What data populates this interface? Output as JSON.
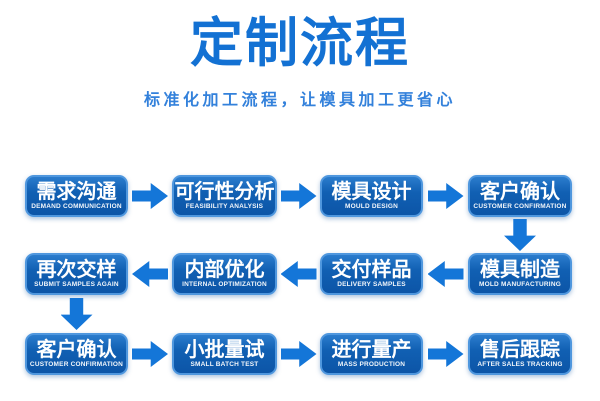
{
  "header": {
    "title": "定制流程",
    "subtitle": "标准化加工流程，让模具加工更省心"
  },
  "steps": [
    {
      "zh": "需求沟通",
      "en": "DEMAND COMMUNICATION"
    },
    {
      "zh": "可行性分析",
      "en": "FEASIBILITY ANALYSIS"
    },
    {
      "zh": "模具设计",
      "en": "MOULD DESIGN"
    },
    {
      "zh": "客户确认",
      "en": "CUSTOMER CONFIRMATION"
    },
    {
      "zh": "模具制造",
      "en": "MOLD MANUFACTURING"
    },
    {
      "zh": "交付样品",
      "en": "DELIVERY SAMPLES"
    },
    {
      "zh": "内部优化",
      "en": "INTERNAL OPTIMIZATION"
    },
    {
      "zh": "再次交样",
      "en": "SUBMIT SAMPLES AGAIN"
    },
    {
      "zh": "客户确认",
      "en": "CUSTOMER CONFIRMATION"
    },
    {
      "zh": "小批量试",
      "en": "SMALL BATCH TEST"
    },
    {
      "zh": "进行量产",
      "en": "MASS PRODUCTION"
    },
    {
      "zh": "售后跟踪",
      "en": "AFTER SALES TRACKING"
    }
  ],
  "colors": {
    "title_text": "#1371d3",
    "subtitle_text": "#3381db",
    "box_border": "#4f97de",
    "box_gradient_top": "#2b7ccd",
    "box_gradient_bottom": "#0c55a7",
    "box_text": "#ffffff",
    "arrow": "#1476d8",
    "background": "#ffffff"
  }
}
